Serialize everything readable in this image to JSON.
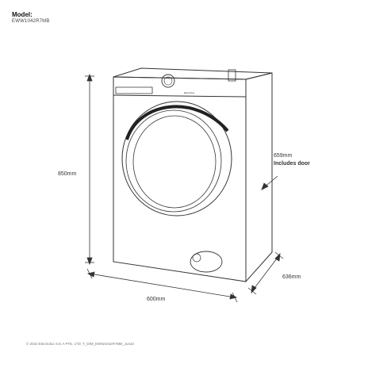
{
  "header": {
    "model_label": "Model:",
    "model_code": "EWW1042R7MB"
  },
  "dimensions": {
    "height": "850mm",
    "depth_with_door": "659mm",
    "depth_note": "Includes door",
    "depth": "636mm",
    "width": "600mm"
  },
  "brand_mark": "Electrolux",
  "footer": "© 2022 Electrolux S.E.A PTE. LTD. T_DIM_EWW1042R7MB_Jun22"
}
